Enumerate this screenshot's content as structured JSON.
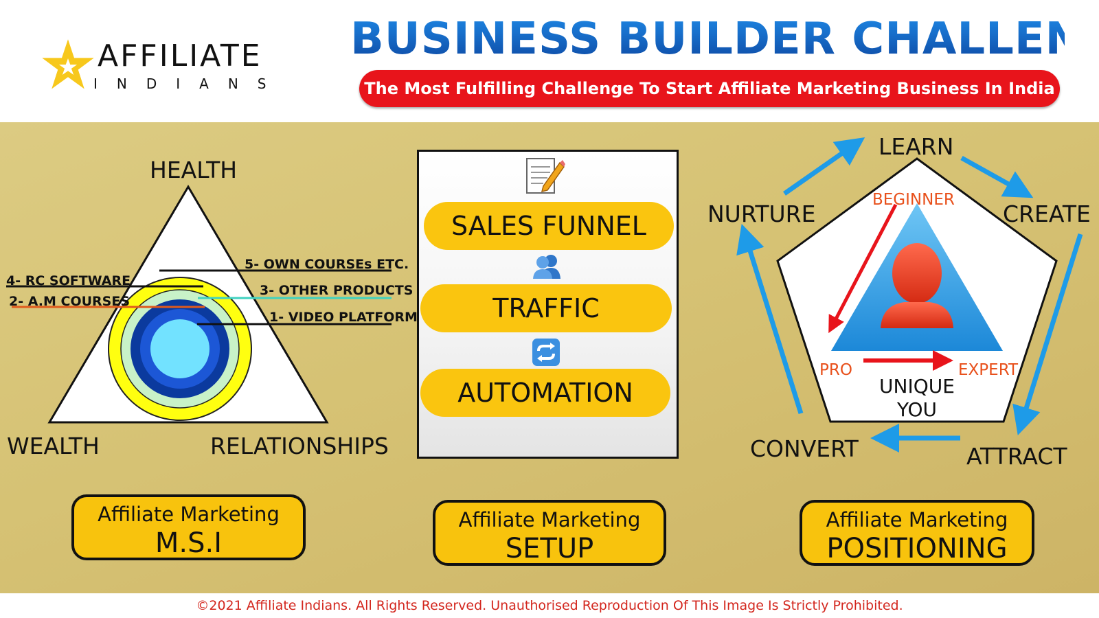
{
  "header": {
    "logo_word": "AFFILIATE",
    "logo_sub": "INDIANS",
    "title": "BUSINESS BUILDER CHALLENGE",
    "subtitle": "The Most Fulfilling Challenge To Start Affiliate Marketing Business In India"
  },
  "msi": {
    "vertices": {
      "top": "HEALTH",
      "left": "WEALTH",
      "right": "RELATIONSHIPS"
    },
    "callouts": [
      {
        "text": "4- RC SOFTWARE"
      },
      {
        "text": "2- A.M COURSES"
      },
      {
        "text": "5- OWN COURSEs ETC."
      },
      {
        "text": "3- OTHER PRODUCTS"
      },
      {
        "text": "1- VIDEO PLATFORM"
      }
    ],
    "badge_line1": "Affiliate Marketing",
    "badge_line2": "M.S.I"
  },
  "setup": {
    "steps": [
      "SALES FUNNEL",
      "TRAFFIC",
      "AUTOMATION"
    ],
    "icons": [
      "notepad-pencil-icon",
      "people-icon",
      "repeat-arrows-icon"
    ],
    "badge_line1": "Affiliate Marketing",
    "badge_line2": "SETUP"
  },
  "positioning": {
    "cycle": [
      "LEARN",
      "CREATE",
      "ATTRACT",
      "CONVERT",
      "NURTURE"
    ],
    "levels": {
      "beginner": "BEGINNER",
      "pro": "PRO",
      "expert": "EXPERT"
    },
    "center_line1": "UNIQUE",
    "center_line2": "YOU",
    "badge_line1": "Affiliate Marketing",
    "badge_line2": "POSITIONING"
  },
  "footer": {
    "text": "©2021 Affiliate Indians. All Rights Reserved. Unauthorised Reproduction Of This Image Is Strictly Prohibited."
  },
  "colors": {
    "title_blue": "#1565c0",
    "pill_red": "#e8141b",
    "gold_bg": "#d6c274",
    "yellow": "#fac50f",
    "arrow_blue": "#1e9be8",
    "arrow_red": "#e8141b",
    "label_orange": "#e8501b"
  }
}
